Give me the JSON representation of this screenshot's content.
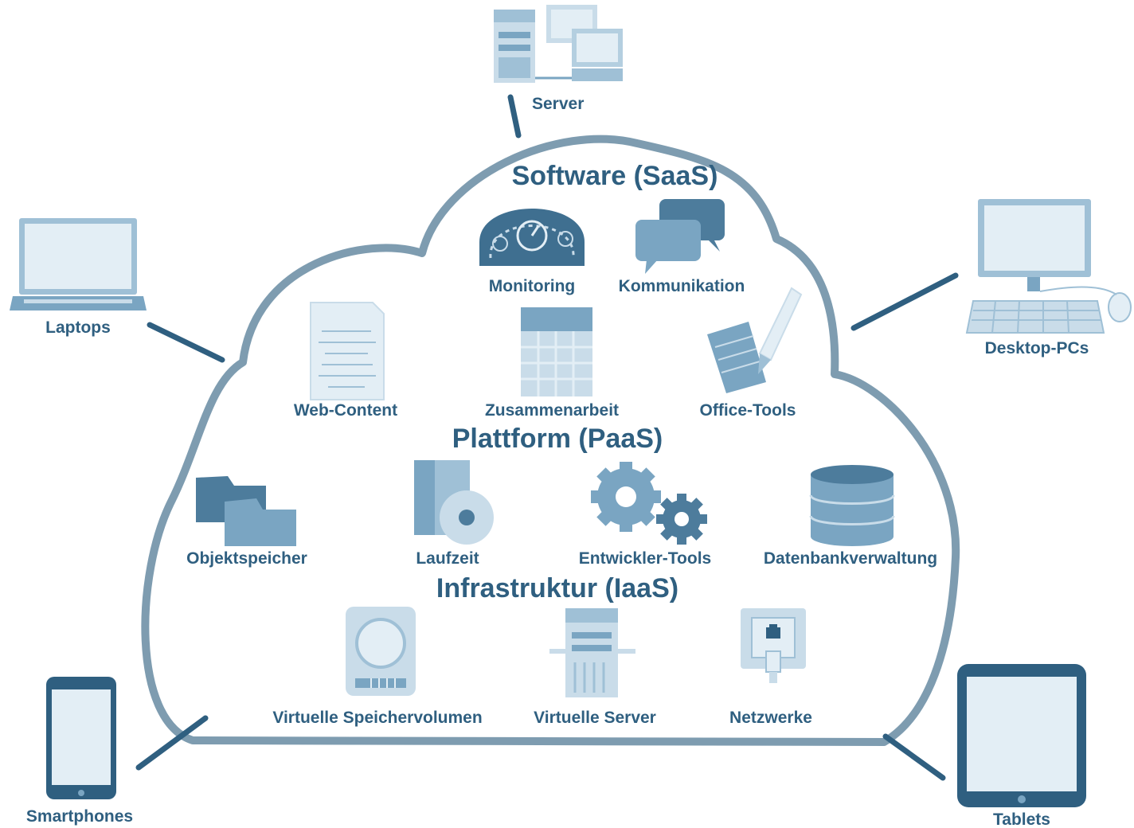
{
  "layers": {
    "saas": "Software (SaaS)",
    "paas": "Plattform (PaaS)",
    "iaas": "Infrastruktur (IaaS)"
  },
  "services": {
    "monitoring": "Monitoring",
    "kommunikation": "Kommunikation",
    "web_content": "Web-Content",
    "zusammenarbeit": "Zusammenarbeit",
    "office_tools": "Office-Tools",
    "objektspeicher": "Objektspeicher",
    "laufzeit": "Laufzeit",
    "entwickler_tools": "Entwickler-Tools",
    "datenbankverwaltung": "Datenbankverwaltung",
    "virtuelle_speichervolumen": "Virtuelle Speichervolumen",
    "virtuelle_server": "Virtuelle Server",
    "netzwerke": "Netzwerke"
  },
  "devices": {
    "server": "Server",
    "laptops": "Laptops",
    "desktop_pcs": "Desktop-PCs",
    "smartphones": "Smartphones",
    "tablets": "Tablets"
  },
  "colors": {
    "primary": "#2f5f80",
    "icon_mid": "#7aa5c2",
    "icon_light": "#c9dce9",
    "icon_pale": "#e3eef5"
  }
}
